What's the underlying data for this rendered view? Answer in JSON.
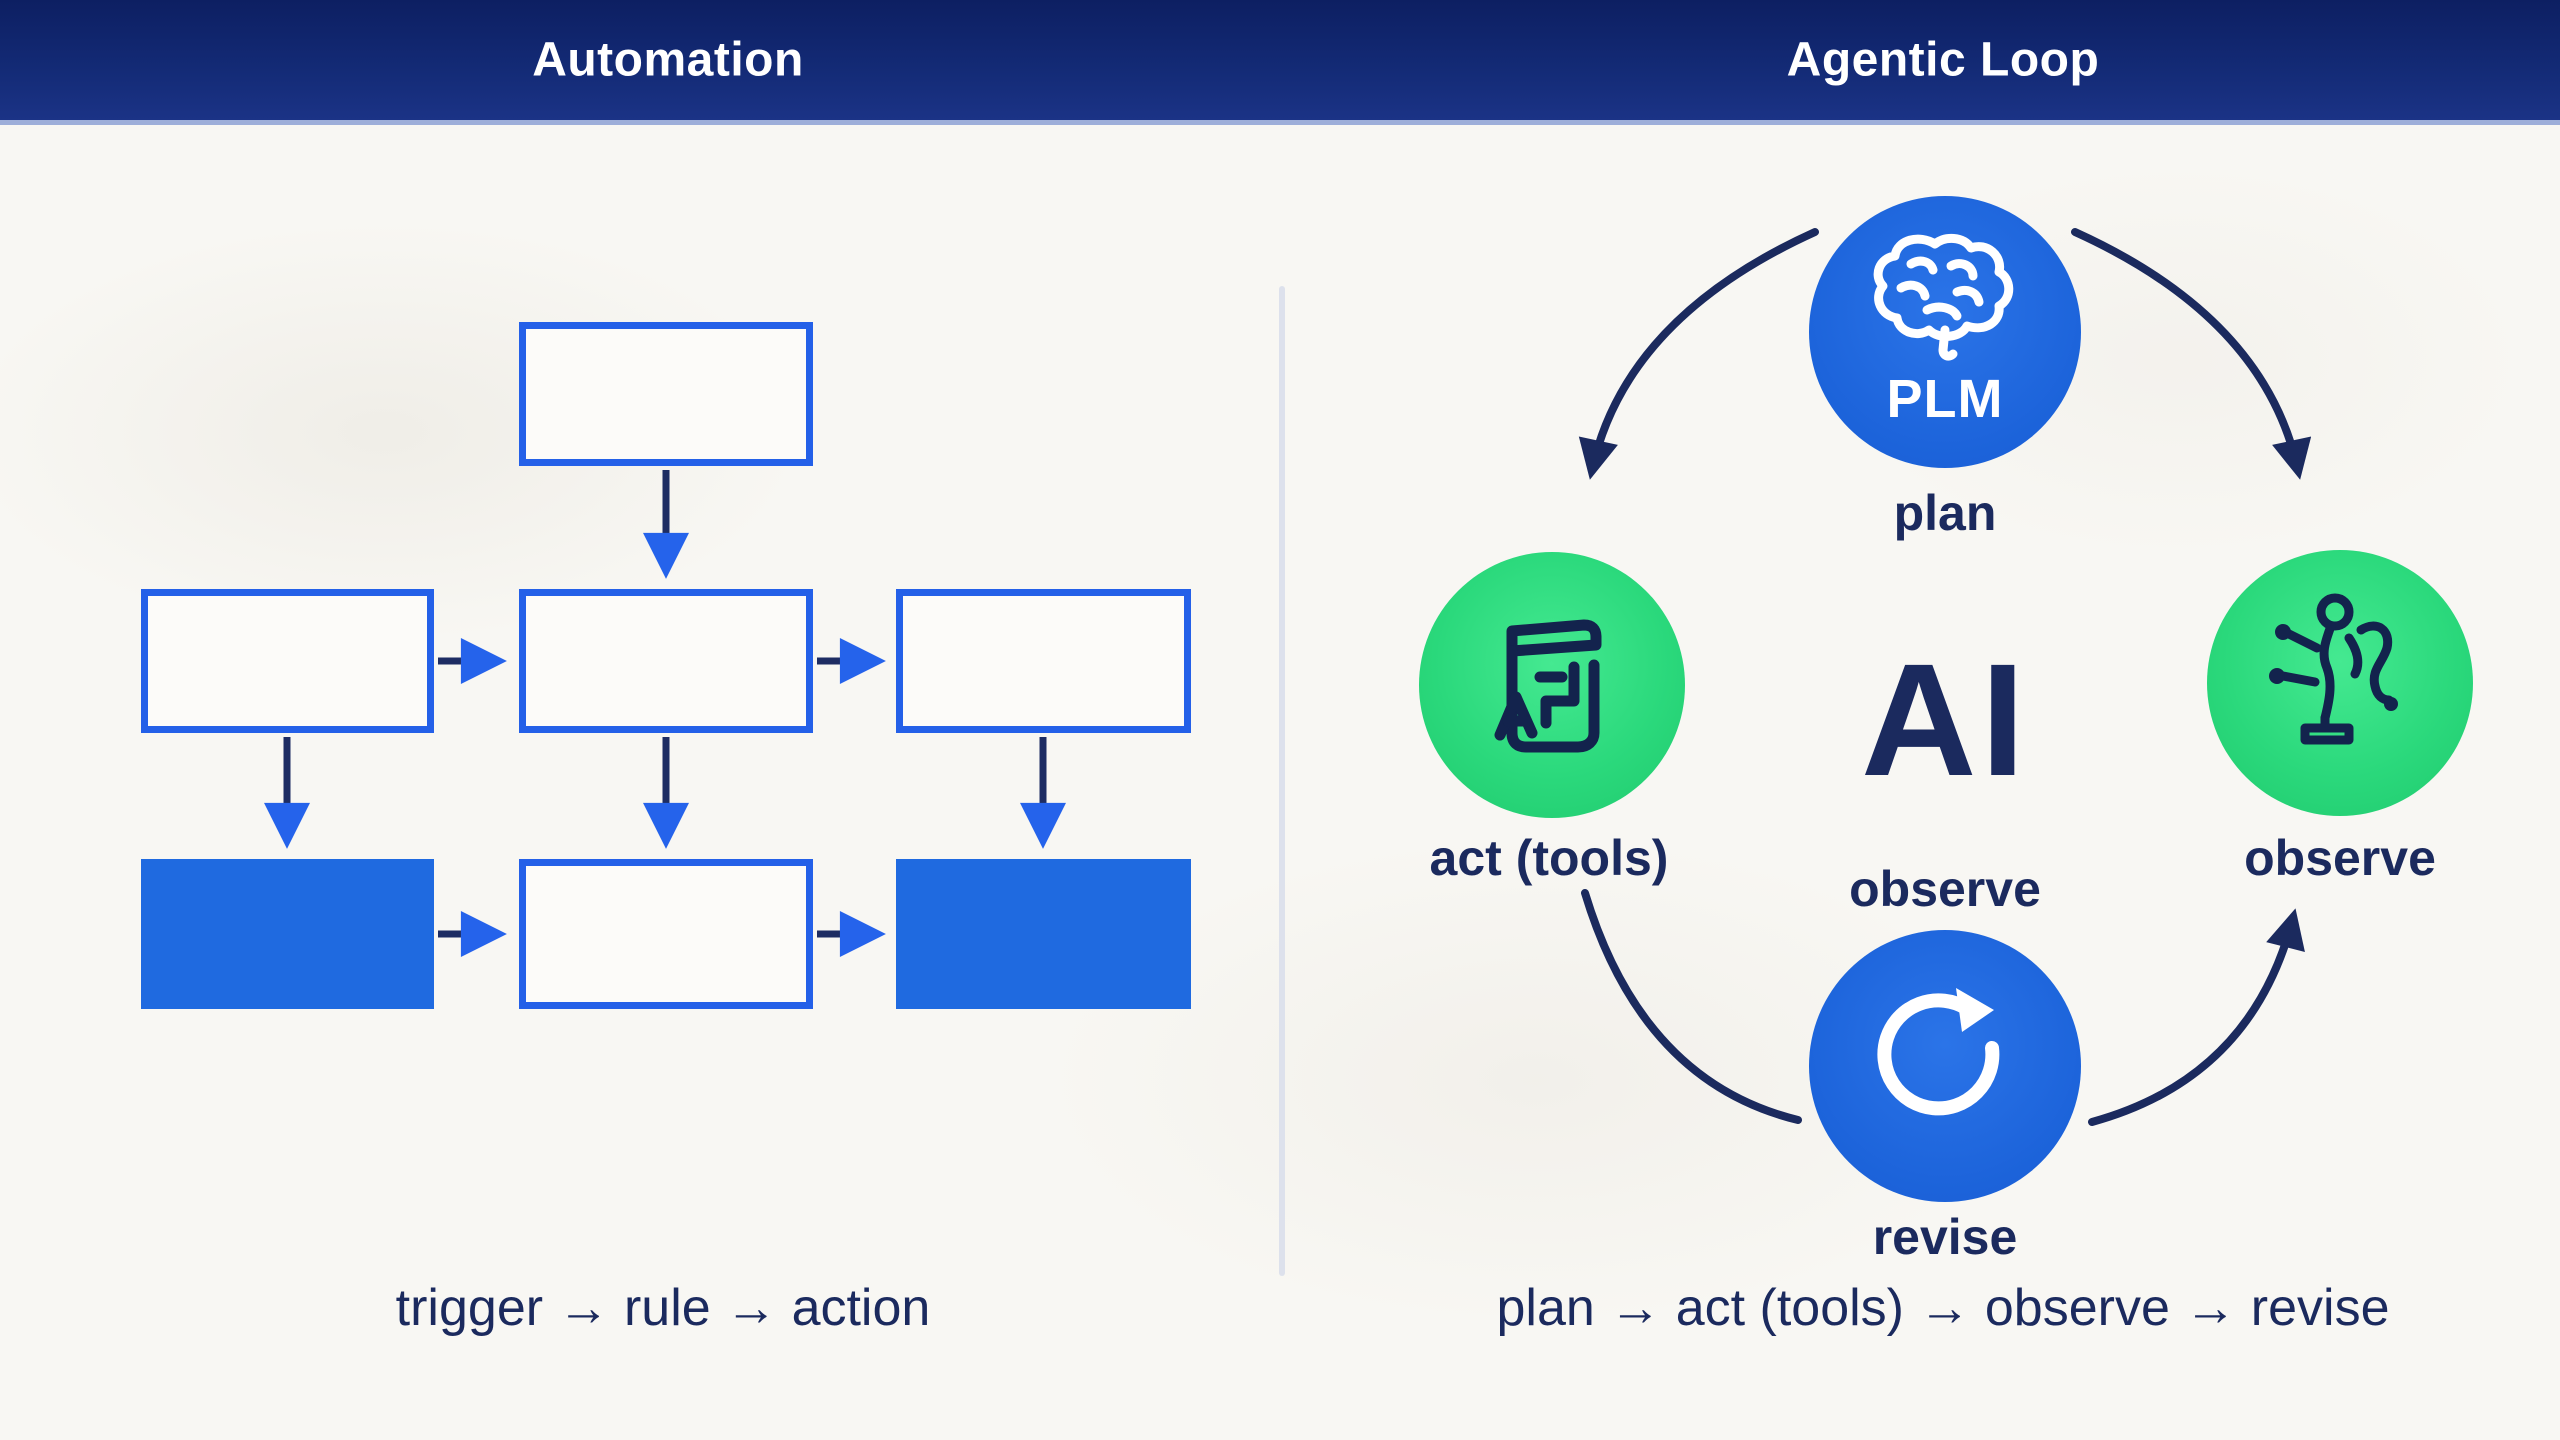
{
  "header": {
    "left_title": "Automation",
    "right_title": "Agentic Loop"
  },
  "automation": {
    "caption": "trigger → rule → action",
    "flowchart": {
      "rows": [
        {
          "boxes": [
            {
              "style": "outline"
            }
          ]
        },
        {
          "boxes": [
            {
              "style": "outline"
            },
            {
              "style": "outline"
            },
            {
              "style": "outline"
            }
          ]
        },
        {
          "boxes": [
            {
              "style": "filled"
            },
            {
              "style": "outline"
            },
            {
              "style": "filled"
            }
          ]
        }
      ],
      "arrow_shaft_color": "#1e2d63",
      "arrowhead_color": "#2563eb",
      "box_border_color": "#2460e8",
      "box_fill_color": "#1f6ae0"
    }
  },
  "agentic": {
    "caption": "plan → act (tools) → observe → revise",
    "plan_badge_text": "PLM",
    "plan_label": "plan",
    "act_label": "act (tools)",
    "observe_label": "observe",
    "center_text": "AI",
    "center_sub_label": "observe",
    "revise_label": "revise",
    "icons": [
      "brain-icon",
      "document-tools-icon",
      "circuit-figure-icon",
      "refresh-loop-icon"
    ],
    "node_colors": {
      "plan": "#1f6ae0",
      "act": "#2bd97c",
      "observe": "#2bd97c",
      "revise": "#1f6ae0"
    },
    "arc_color": "#1b2a5e"
  },
  "colors": {
    "header_navy": "#132a75",
    "background": "#f8f7f3",
    "text_navy": "#1b2a5e",
    "accent_blue": "#1f6ae0",
    "accent_green": "#2bd97c",
    "divider_gray": "#dde1ec"
  }
}
